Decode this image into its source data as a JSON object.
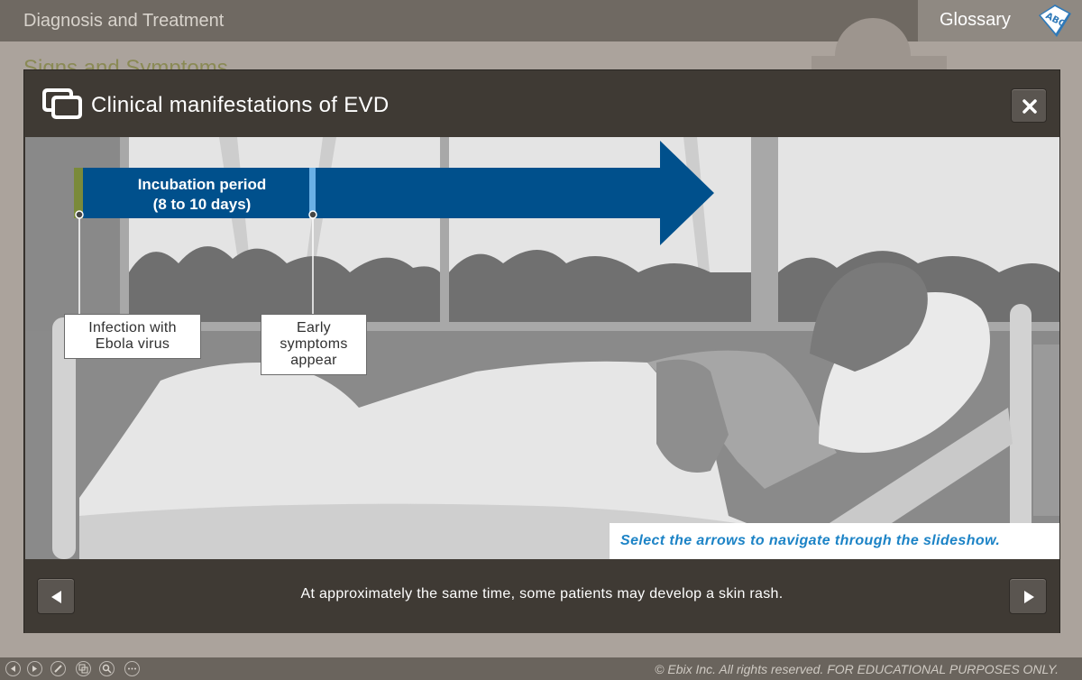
{
  "app": {
    "title": "Diagnosis and Treatment",
    "glossary_label": "Glossary",
    "glossary_icon_text": "ABC"
  },
  "background": {
    "heading": "Signs and Symptoms"
  },
  "modal": {
    "title": "Clinical manifestations of EVD",
    "icon": "slides-icon",
    "timeline": {
      "incubation_line1": "Incubation period",
      "incubation_line2": "(8 to 10 days)",
      "infection_line1": "Infection with",
      "infection_line2": "Ebola virus",
      "early_line1": "Early",
      "early_line2": "symptoms",
      "early_line3": "appear",
      "arrow_color": "#00508c",
      "start_marker_color": "#7a8a3a",
      "symptom_marker_color": "#6ab0e6"
    },
    "hint": "Select the arrows to navigate through the slideshow.",
    "caption": "At approximately the same time, some patients may develop a skin rash."
  },
  "footer": {
    "copyright": "© Ebix Inc. All rights reserved. FOR EDUCATIONAL PURPOSES ONLY.",
    "controls": [
      "rewind-icon",
      "play-icon",
      "pen-icon",
      "copy-icon",
      "zoom-icon",
      "more-icon"
    ]
  }
}
